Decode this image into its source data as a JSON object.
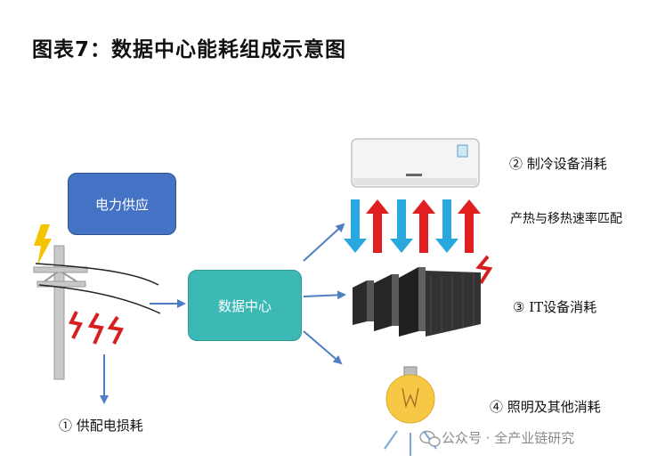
{
  "figure": {
    "title": "图表7：数据中心能耗组成示意图"
  },
  "nodes": {
    "power_supply": "电力供应",
    "data_center": "数据中心"
  },
  "labels": {
    "power_loss": "① 供配电损耗",
    "cooling": "② 制冷设备消耗",
    "heat_balance": "产热与移热速率匹配",
    "it_equipment": "③ IT设备消耗",
    "lighting": "④ 照明及其他消耗"
  },
  "watermark": {
    "text": "公众号 · 全产业链研究"
  },
  "colors": {
    "power_box": "#4472c4",
    "data_center_box": "#3cb9b5",
    "arrow": "#4f7fc0",
    "heat_arrow": "#e02020",
    "cool_arrow": "#29a8e0",
    "lightning": "#d81e1e",
    "bolt": "#f5c400",
    "bulb": "#f6c845"
  }
}
